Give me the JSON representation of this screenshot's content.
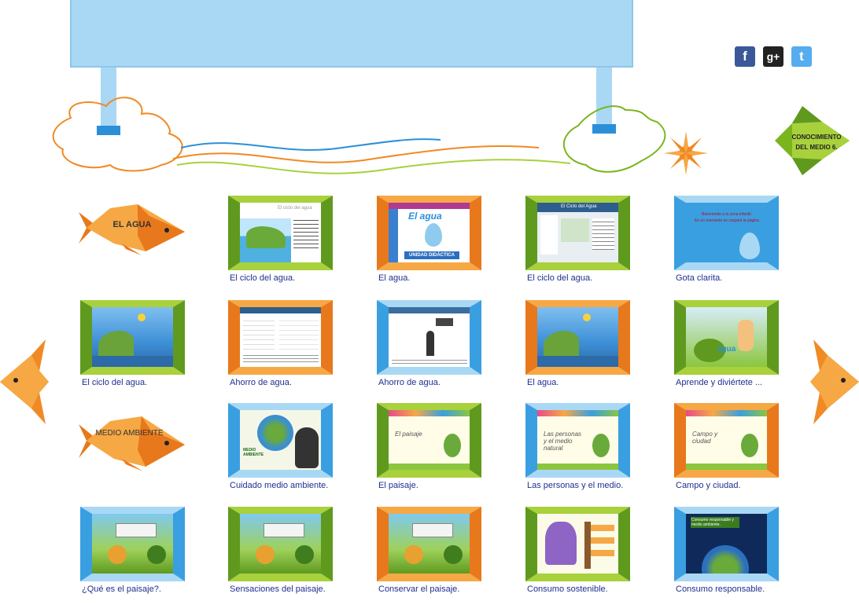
{
  "social": [
    {
      "name": "facebook",
      "glyph": "f",
      "color": "#3b5998"
    },
    {
      "name": "google-plus",
      "glyph": "g+",
      "color": "#222222"
    },
    {
      "name": "twitter",
      "glyph": "t",
      "color": "#55acee"
    }
  ],
  "nav": {
    "conocimiento_line1": "CONOCIMIENTO",
    "conocimiento_line2": "DEL MEDIO 6."
  },
  "sections": {
    "agua": "EL AGUA",
    "medio": "MEDIO AMBIENTE"
  },
  "cards": [
    {
      "caption": "El ciclo del agua.",
      "frame": "green"
    },
    {
      "caption": "El agua.",
      "frame": "orange"
    },
    {
      "caption": "El ciclo del agua.",
      "frame": "green"
    },
    {
      "caption": "Gota clarita.",
      "frame": "blue"
    },
    {
      "caption": "El ciclo del  agua.",
      "frame": "green"
    },
    {
      "caption": "Ahorro de  agua.",
      "frame": "orange"
    },
    {
      "caption": "Ahorro de  agua.",
      "frame": "blue"
    },
    {
      "caption": "El agua.",
      "frame": "orange"
    },
    {
      "caption": "Aprende y diviértete ...",
      "frame": "green"
    },
    {
      "caption": "Cuidado medio ambiente.",
      "frame": "blue"
    },
    {
      "caption": "El paisaje.",
      "frame": "green"
    },
    {
      "caption": "Las personas y el medio.",
      "frame": "blue"
    },
    {
      "caption": "Campo y ciudad.",
      "frame": "orange"
    },
    {
      "caption": "¿Qué es el paisaje?.",
      "frame": "blue"
    },
    {
      "caption": "Sensaciones del paisaje.",
      "frame": "green"
    },
    {
      "caption": "Conservar el paisaje.",
      "frame": "orange"
    },
    {
      "caption": "Consumo sostenible.",
      "frame": "green"
    },
    {
      "caption": "Consumo responsable.",
      "frame": "blue"
    }
  ],
  "thumb_text": {
    "t1_title": "El ciclo del agua",
    "t2_title": "El agua",
    "t2_sub": "UNIDAD DIDÁCTICA",
    "t3_title": "El Ciclo del Agua",
    "t4_line1": "Bienvenido a la zona infantil.",
    "t4_line2": "En un momento se cargará la página",
    "t9_title": "agua",
    "t10_words": "MEDIO AMBIENTE",
    "t11_title": "El paisaje",
    "t12_title": "Las personas y el medio natural",
    "t13_title": "Campo y ciudad",
    "t18_title": "Consumo responsable y medio ambiente."
  },
  "colors": {
    "green_dark": "#5f9a1f",
    "green_light": "#a8d13c",
    "orange_dark": "#e8781c",
    "orange_light": "#f6a845",
    "blue_dark": "#3a9fe0",
    "blue_light": "#a9d8f5"
  }
}
